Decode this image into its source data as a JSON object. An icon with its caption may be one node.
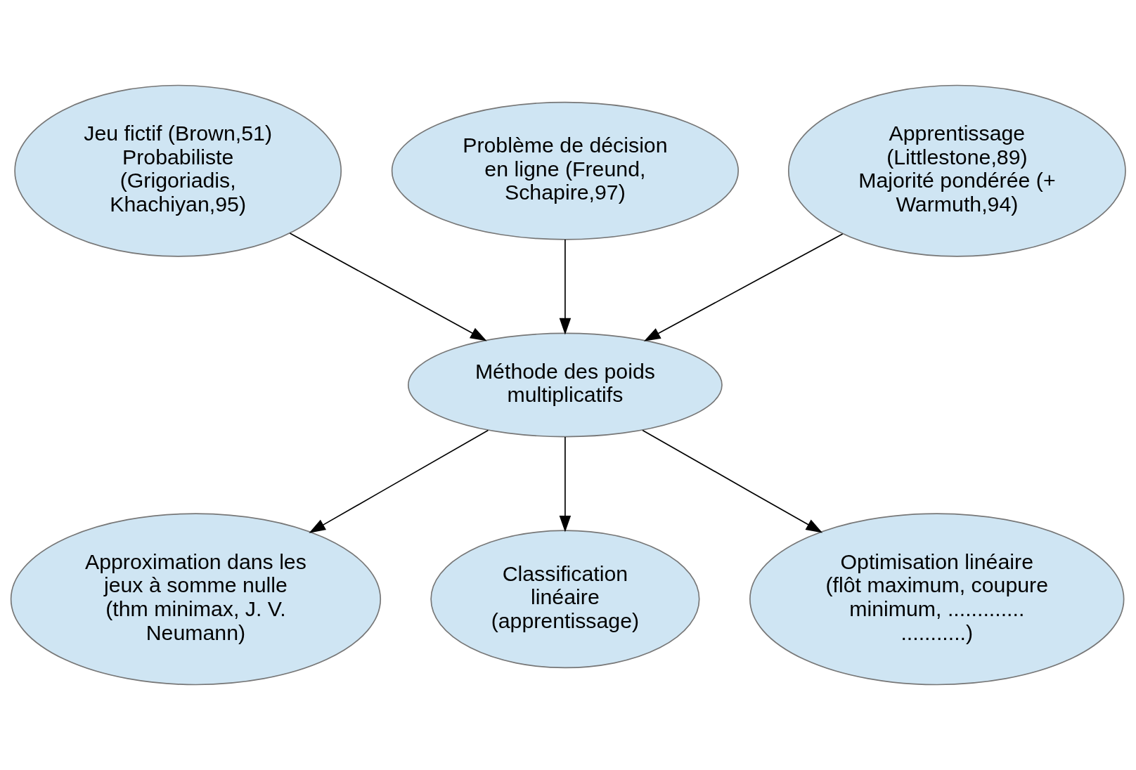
{
  "diagram": {
    "nodes": [
      {
        "text": [
          "Jeu fictif (Brown,51)",
          "Probabiliste (Grigoriadis, Khachiyan,95)"
        ]
      },
      {
        "text": [
          "Problème de décision en ligne (Freund, Schapire,97)"
        ]
      },
      {
        "text": [
          "Apprentissage (Littlestone,89)",
          "Majorité pondérée (+ Warmuth,94)"
        ]
      },
      {
        "text": [
          "Méthode des poids multiplicatifs"
        ]
      },
      {
        "text": [
          "Approximation dans les jeux à somme nulle (thm minimax, J. V. Neumann)"
        ]
      },
      {
        "text": [
          "Classification linéaire (apprentissage)"
        ]
      },
      {
        "text": [
          "Optimisation linéaire (flôt maximum, coupure minimum, ........................)"
        ]
      }
    ],
    "edges": [
      {
        "from": 0,
        "to": 3,
        "arrow": "to"
      },
      {
        "from": 1,
        "to": 3,
        "arrow": "to"
      },
      {
        "from": 2,
        "to": 3,
        "arrow": "to"
      },
      {
        "from": 3,
        "to": 4,
        "arrow": "to"
      },
      {
        "from": 3,
        "to": 5,
        "arrow": "to"
      },
      {
        "from": 3,
        "to": 6,
        "arrow": "to"
      }
    ]
  }
}
